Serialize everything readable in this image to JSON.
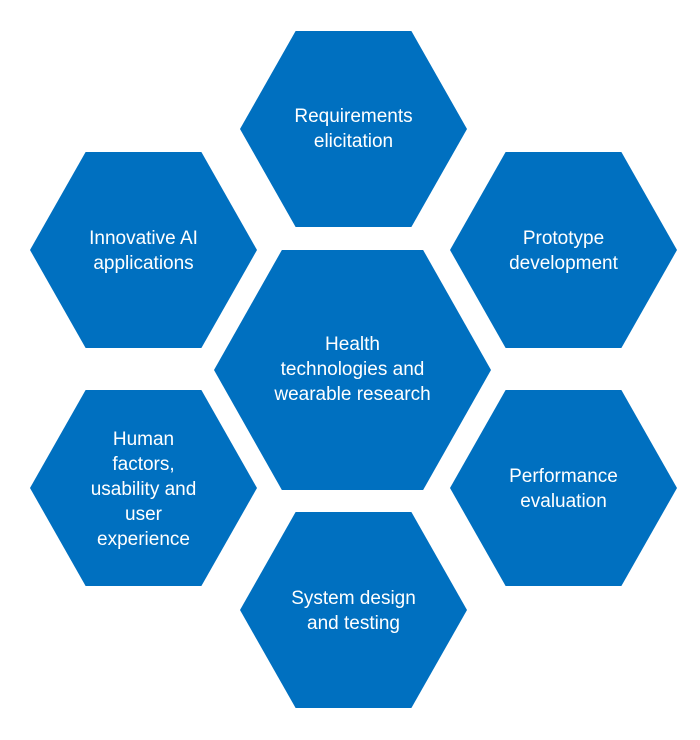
{
  "accent_color": "#0070C0",
  "center": {
    "lines": [
      "Health",
      "technologies and",
      "wearable research"
    ]
  },
  "nodes": [
    {
      "id": "requirements-elicitation",
      "lines": [
        "Requirements",
        "elicitation"
      ]
    },
    {
      "id": "prototype-development",
      "lines": [
        "Prototype",
        "development"
      ]
    },
    {
      "id": "performance-evaluation",
      "lines": [
        "Performance",
        "evaluation"
      ]
    },
    {
      "id": "system-design-testing",
      "lines": [
        "System design",
        "and testing"
      ]
    },
    {
      "id": "human-factors",
      "lines": [
        "Human",
        "factors,",
        "usability and",
        "user",
        "experience"
      ]
    },
    {
      "id": "innovative-ai",
      "lines": [
        "Innovative AI",
        "applications"
      ]
    }
  ]
}
